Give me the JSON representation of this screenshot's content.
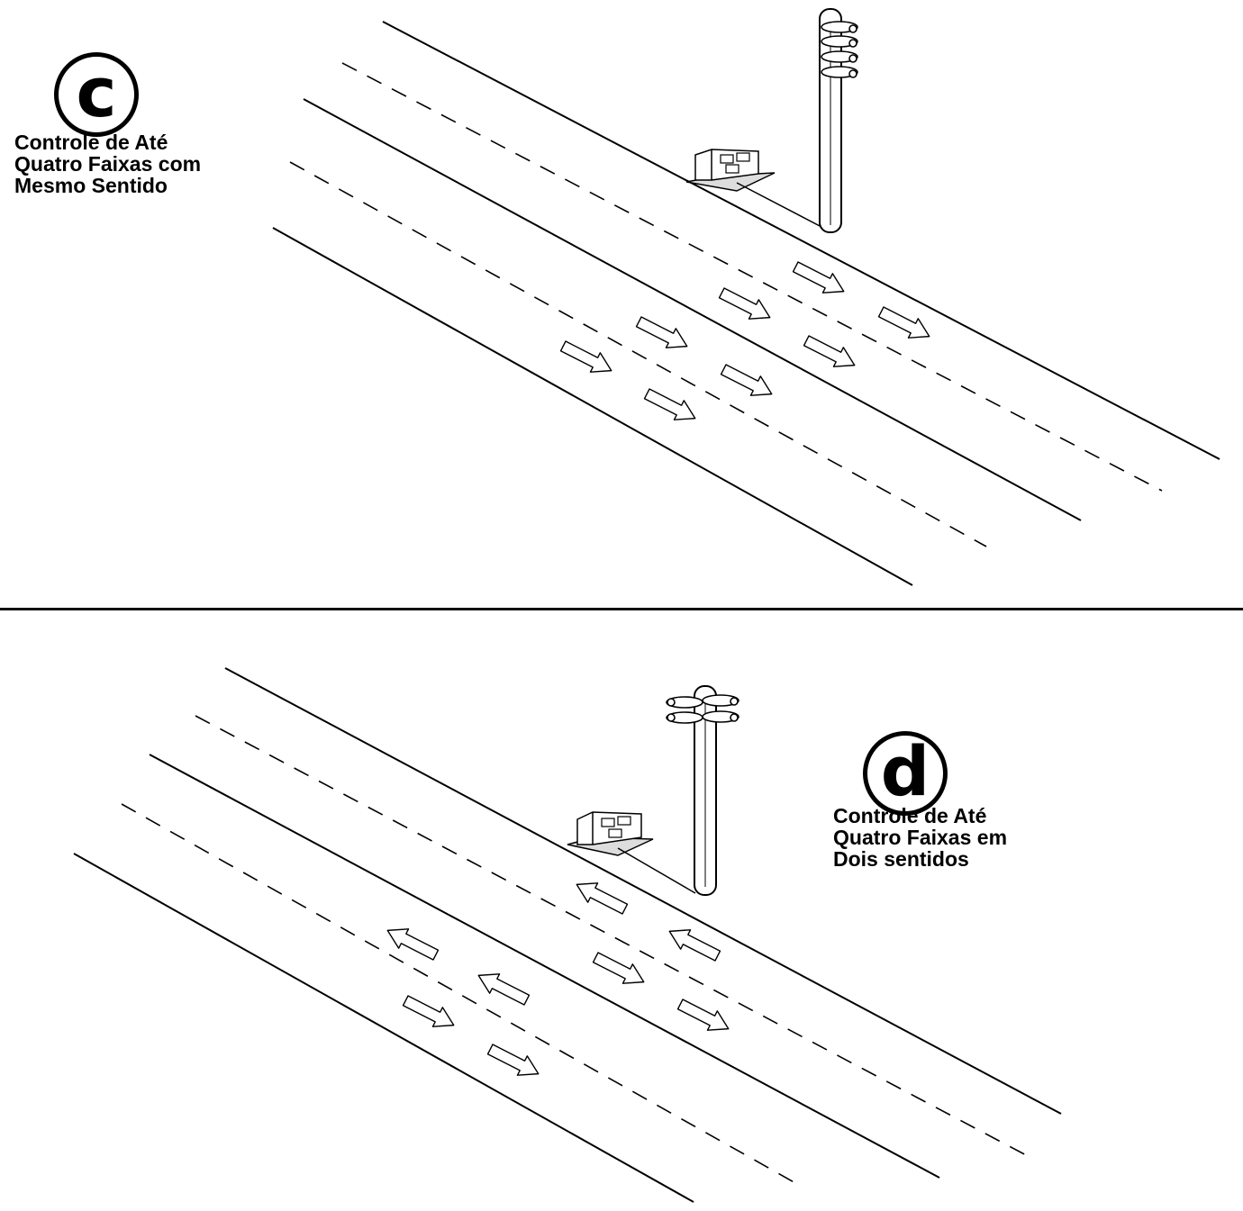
{
  "panel_c": {
    "badge": "c",
    "caption": [
      "Controle de Até",
      "Quatro Faixas com",
      "Mesmo Sentido"
    ]
  },
  "panel_d": {
    "badge": "d",
    "caption": [
      "Controle de Até",
      "Quatro Faixas em",
      "Dois sentidos"
    ]
  }
}
